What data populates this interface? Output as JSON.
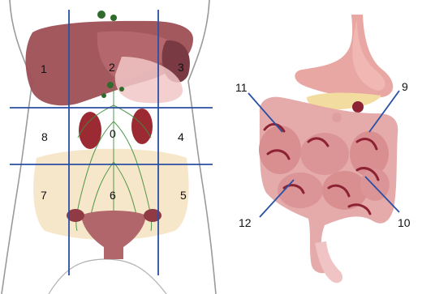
{
  "left_panel": {
    "name": "abdominal-regions",
    "regions": [
      {
        "id": "region-1",
        "label": "1"
      },
      {
        "id": "region-2",
        "label": "2"
      },
      {
        "id": "region-3",
        "label": "3"
      },
      {
        "id": "region-8",
        "label": "8"
      },
      {
        "id": "region-0",
        "label": "0"
      },
      {
        "id": "region-4",
        "label": "4"
      },
      {
        "id": "region-7",
        "label": "7"
      },
      {
        "id": "region-6",
        "label": "6"
      },
      {
        "id": "region-5",
        "label": "5"
      }
    ]
  },
  "right_panel": {
    "name": "digestive-tract",
    "callouts": [
      {
        "id": "callout-11",
        "label": "11"
      },
      {
        "id": "callout-9",
        "label": "9"
      },
      {
        "id": "callout-12",
        "label": "12"
      },
      {
        "id": "callout-10",
        "label": "10"
      }
    ]
  },
  "colors": {
    "grid_line": "#2a4fa3",
    "liver": "#9e4f55",
    "kidney": "#9c2a33",
    "pelvis": "#f6e4c4",
    "bowel": "#e4a6a6",
    "bowel_dark": "#8c2233",
    "lymph": "#3f8f3a",
    "stomach": "#e8a7a2",
    "pancreas": "#f3dca0"
  }
}
